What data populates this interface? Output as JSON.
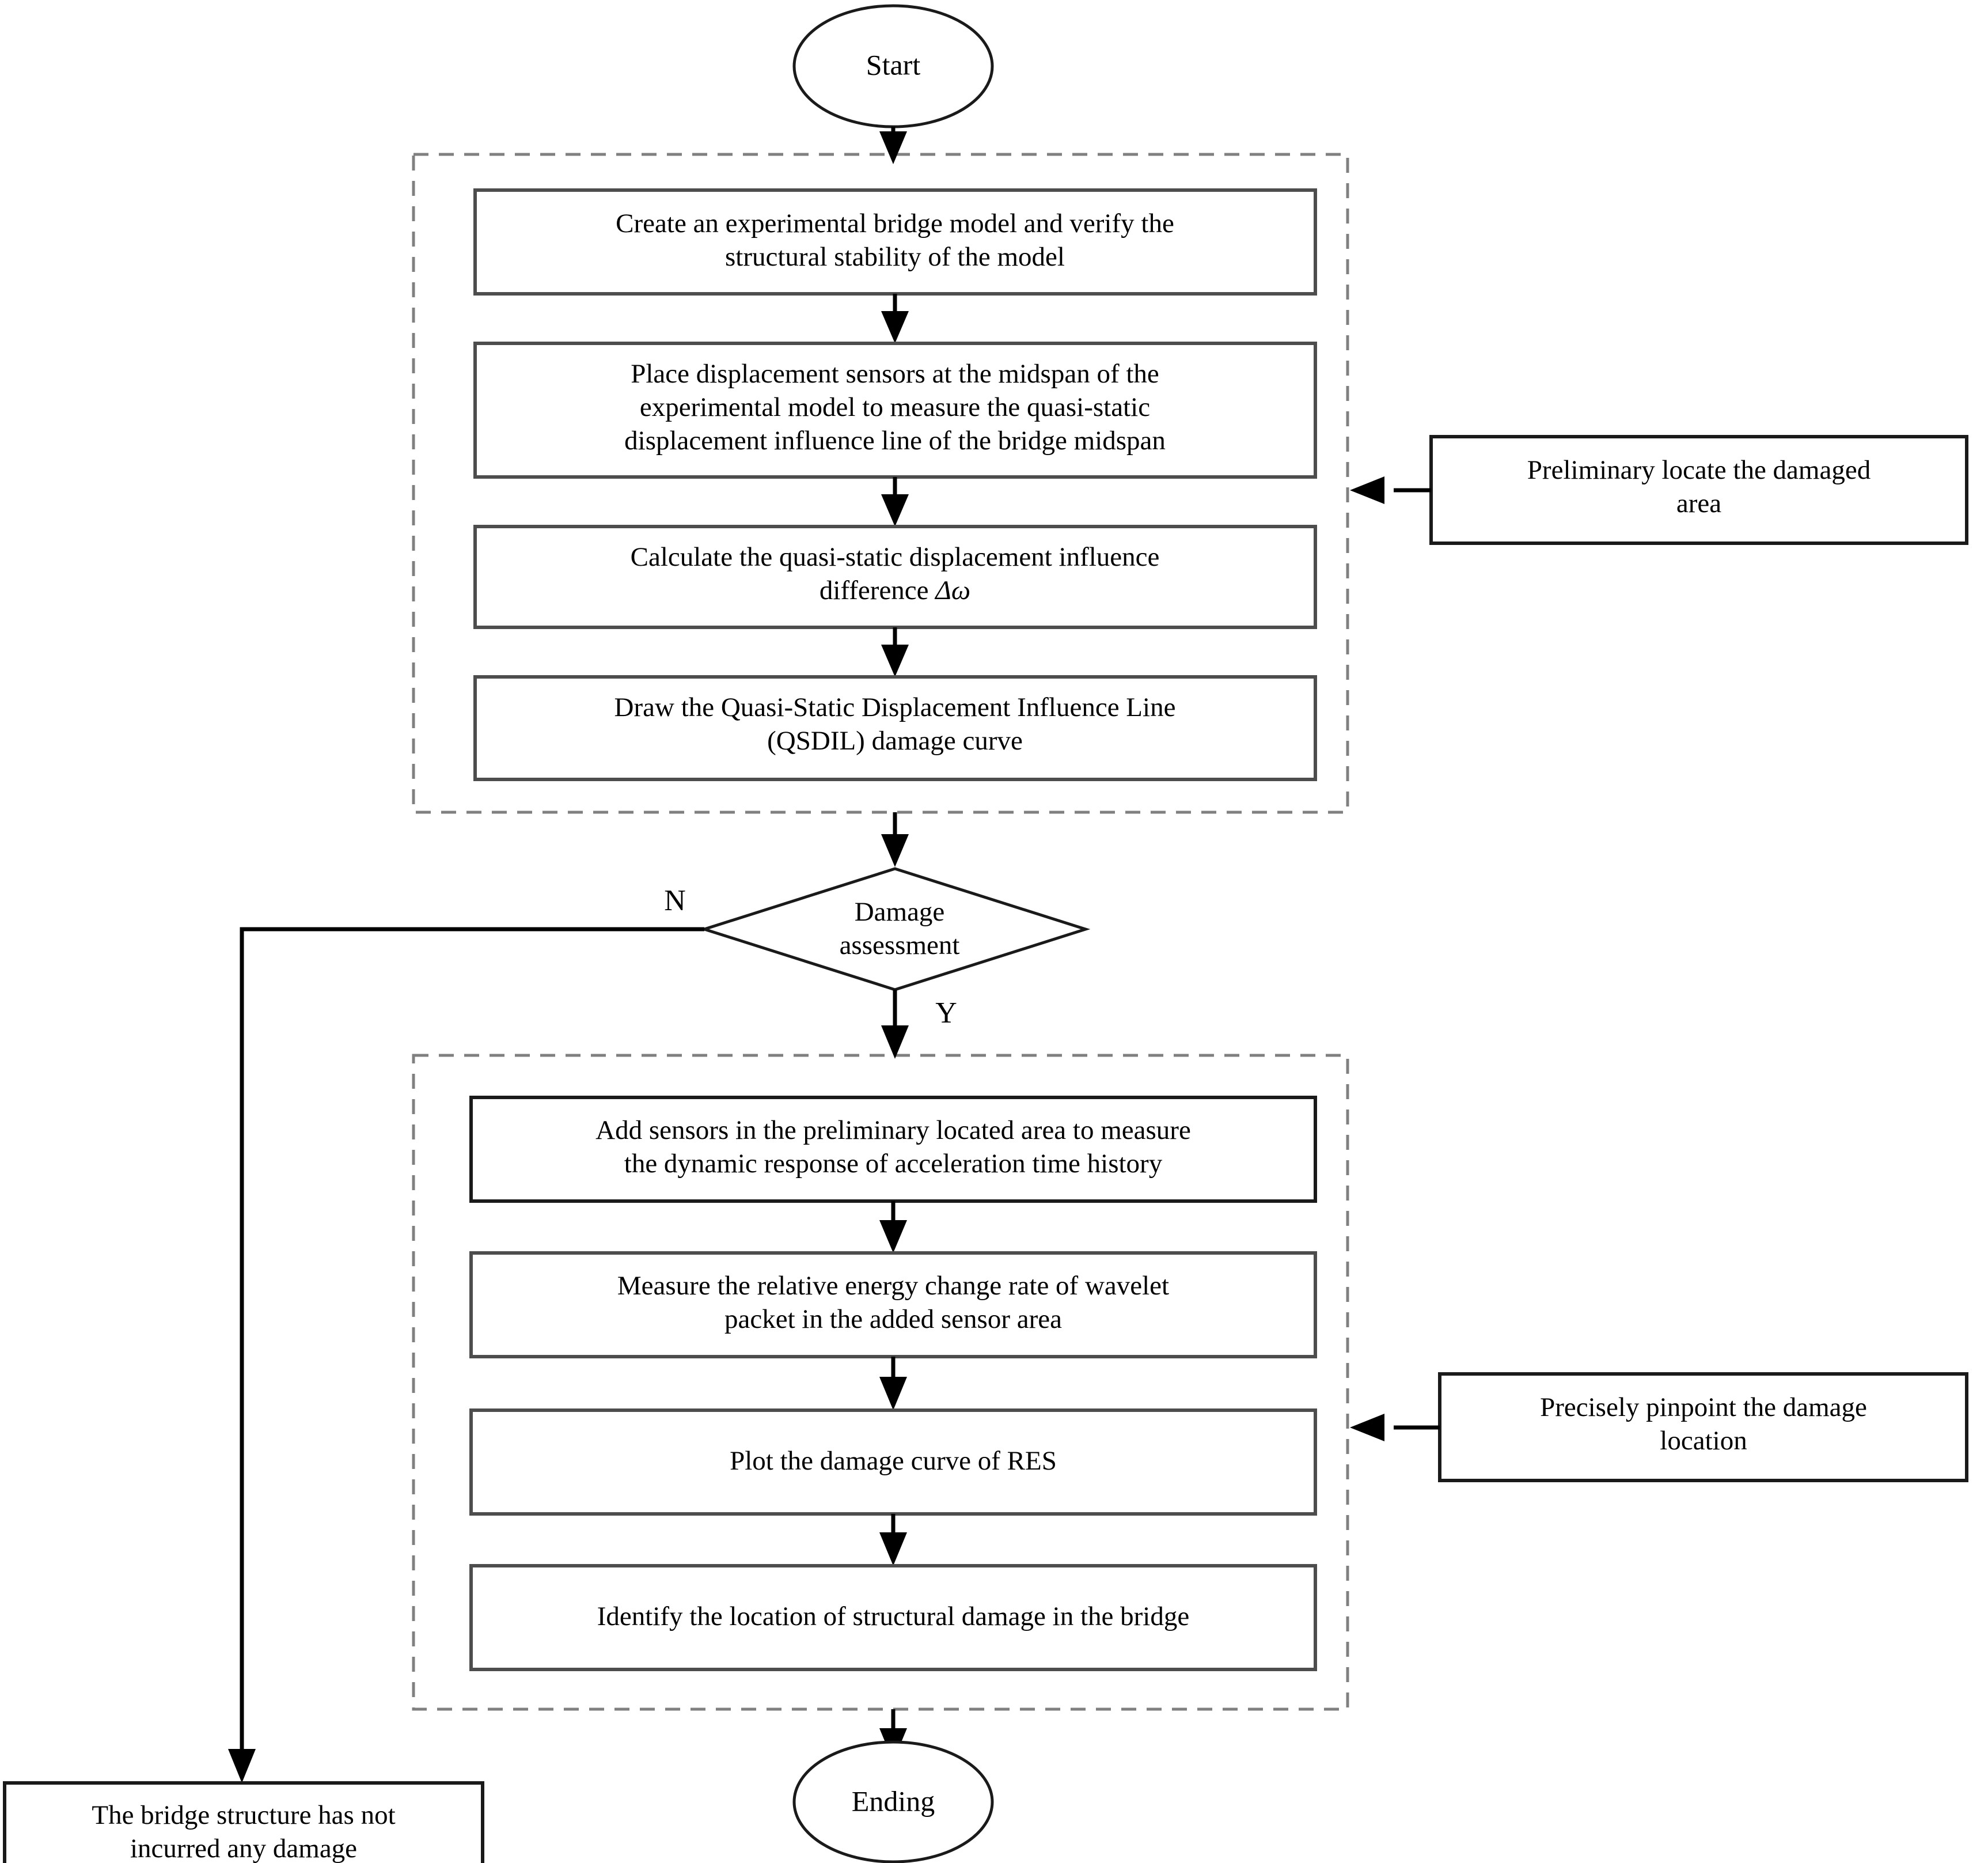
{
  "diagram": {
    "title": "Bridge structural damage identification flowchart",
    "colors": {
      "box_stroke": "#4d4d4d",
      "dashed_stroke": "#808080",
      "connector": "#000000",
      "background": "#ffffff"
    },
    "start": {
      "label": "Start"
    },
    "end": {
      "label": "Ending"
    },
    "decision": {
      "line1": "Damage",
      "line2": "assessment",
      "no_label": "N",
      "yes_label": "Y"
    },
    "stage1": {
      "steps": [
        {
          "id": "create-model",
          "lines": [
            "Create an experimental bridge model and verify the",
            "structural stability of the model"
          ]
        },
        {
          "id": "place-sensors",
          "lines": [
            "Place displacement sensors at the midspan of the",
            "experimental model to measure the quasi-static",
            "displacement influence line of the bridge midspan"
          ]
        },
        {
          "id": "calculate-difference",
          "lines": [
            "Calculate the quasi-static displacement influence",
            "difference Δω"
          ]
        },
        {
          "id": "draw-qsdil",
          "lines": [
            "Draw the Quasi-Static Displacement Influence Line",
            "(QSDIL) damage curve"
          ]
        }
      ],
      "annotation": {
        "id": "preliminary-locate",
        "lines": [
          "Preliminary locate the damaged",
          "area"
        ]
      }
    },
    "stage2": {
      "steps": [
        {
          "id": "add-sensors",
          "lines": [
            "Add sensors in the preliminary located area to measure",
            "the dynamic response of acceleration time history"
          ]
        },
        {
          "id": "measure-res",
          "lines": [
            "Measure the relative energy change rate of wavelet",
            "packet in the added sensor area"
          ]
        },
        {
          "id": "plot-res",
          "lines": [
            "Plot the damage curve of RES"
          ]
        },
        {
          "id": "identify-location",
          "lines": [
            "Identify the location of structural damage in the bridge"
          ]
        }
      ],
      "annotation": {
        "id": "precisely-pinpoint",
        "lines": [
          "Precisely pinpoint the damage",
          "location"
        ]
      }
    },
    "no_damage": {
      "id": "no-damage",
      "lines": [
        "The bridge structure has not",
        "incurred any damage"
      ]
    }
  }
}
